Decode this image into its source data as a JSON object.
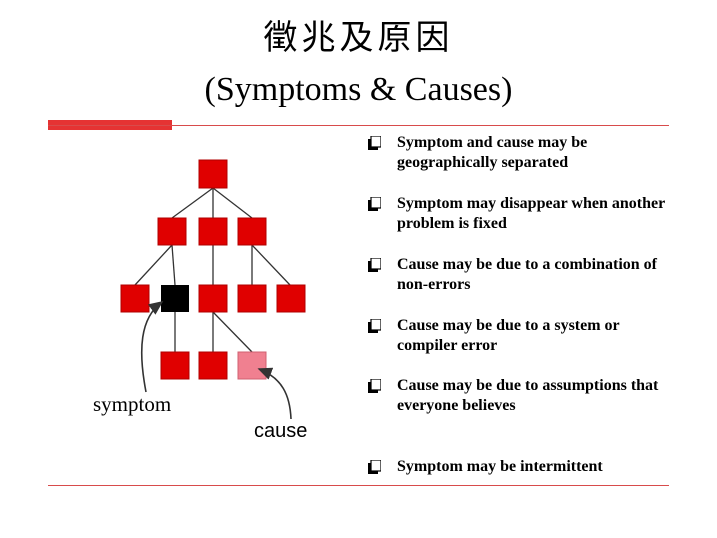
{
  "title": {
    "chinese": "徵兆及原因",
    "english": "(Symptoms & Causes)"
  },
  "colors": {
    "node_red": "#e00000",
    "node_black": "#000000",
    "node_pink": "#f08090",
    "rule_red": "#e53333"
  },
  "tree": {
    "annotations": {
      "symptom": "symptom",
      "cause": "cause"
    }
  },
  "bullets": [
    {
      "icon": "square-bullet-icon",
      "text": "Symptom and cause may be geographically separated"
    },
    {
      "icon": "square-bullet-icon",
      "text": "Symptom may disappear when another problem is fixed"
    },
    {
      "icon": "square-bullet-icon",
      "text": "Cause may be due to a combination of non-errors"
    },
    {
      "icon": "square-bullet-icon",
      "text": "Cause may be due to a system or compiler error"
    },
    {
      "icon": "square-bullet-icon",
      "text": "Cause may be due to assumptions that everyone believes"
    },
    {
      "icon": "square-bullet-icon",
      "text": "Symptom may be intermittent"
    }
  ]
}
